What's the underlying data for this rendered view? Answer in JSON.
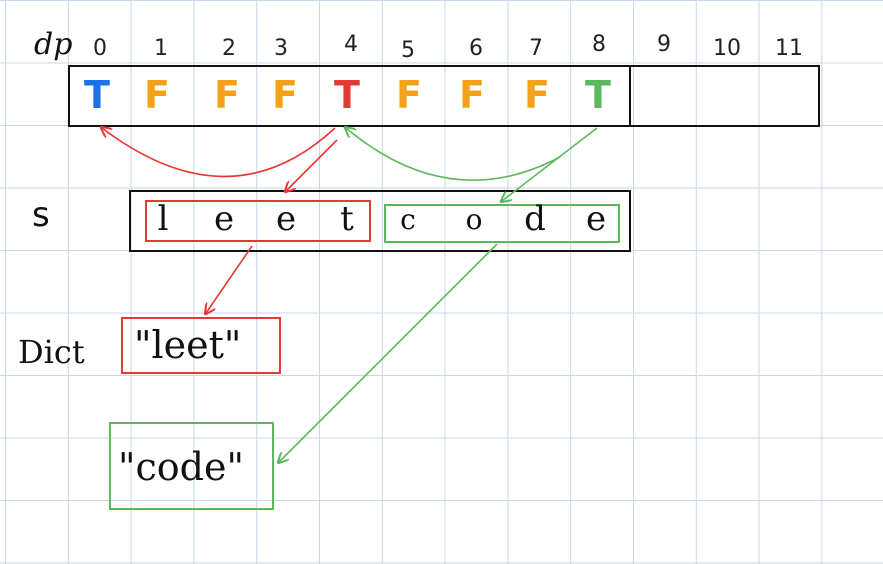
{
  "labels": {
    "dp": "dp",
    "s": "s",
    "dict": "Dict"
  },
  "colors": {
    "blue": "#1a73e8",
    "orange": "#f4a11a",
    "red": "#e53935",
    "green": "#5cb85c",
    "ink": "#111111"
  },
  "dp": {
    "indices": [
      "0",
      "1",
      "2",
      "3",
      "4",
      "5",
      "6",
      "7",
      "8",
      "9",
      "10",
      "11"
    ],
    "values": [
      "T",
      "F",
      "F",
      "F",
      "T",
      "F",
      "F",
      "F",
      "T"
    ]
  },
  "s": {
    "word1": [
      "l",
      "e",
      "e",
      "t"
    ],
    "word2": [
      "c",
      "o",
      "d",
      "e"
    ]
  },
  "dict": {
    "leet": "\"leet\"",
    "code": "\"code\""
  }
}
